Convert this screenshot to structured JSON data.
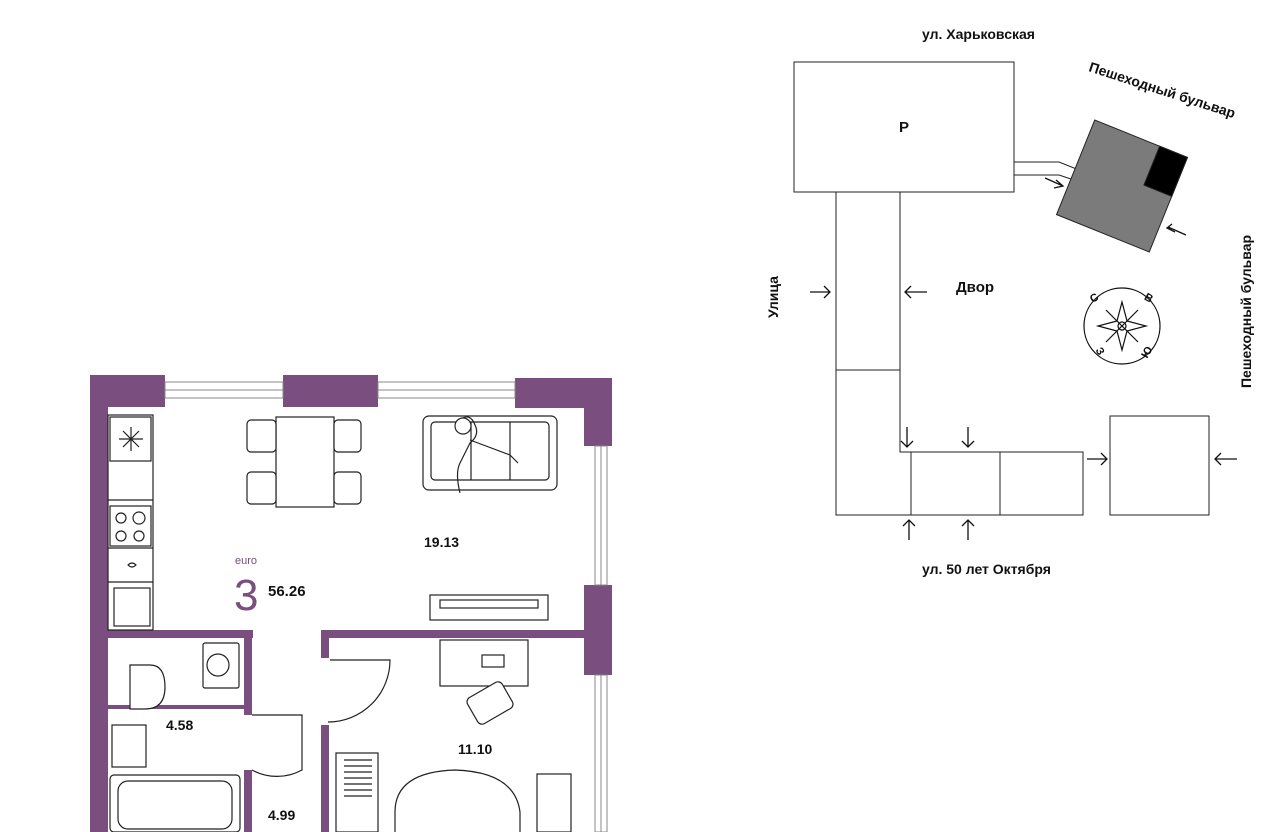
{
  "floorplan": {
    "brand": "euro",
    "rooms_count": "3",
    "total_area": "56.26",
    "rooms": [
      {
        "label": "19.13"
      },
      {
        "label": "11.10"
      },
      {
        "label": "4.58"
      },
      {
        "label": "4.99"
      }
    ],
    "colors": {
      "wall": "#7a4e7e",
      "accent": "#7a4e7e"
    }
  },
  "site_plan": {
    "street_top": "ул. Харьковская",
    "street_bottom": "ул. 50 лет Октября",
    "street_left": "Улица",
    "boulevard_top": "Пешеходный бульвар",
    "boulevard_right": "Пешеходный бульвар",
    "parking": "P",
    "yard": "Двор",
    "compass": {
      "n": "С",
      "e": "В",
      "s": "Ю",
      "w": "З"
    },
    "colors": {
      "building": "#7b7b7b",
      "highlight": "#000000"
    }
  }
}
